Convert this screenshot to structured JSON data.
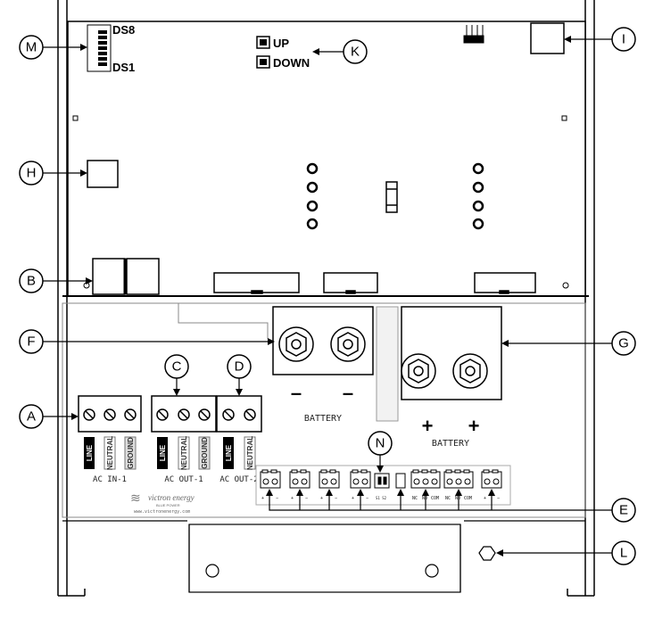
{
  "board": {
    "ds_top": "DS8",
    "ds_bottom": "DS1",
    "button_up": "UP",
    "button_down": "DOWN"
  },
  "terminals": {
    "line": "LINE",
    "neutral": "NEUTRAL",
    "ground": "GROUND",
    "ac_in_1": "AC IN-1",
    "ac_out_1": "AC OUT-1",
    "ac_out_2": "AC OUT-2",
    "battery_neg": "BATTERY",
    "battery_pos": "BATTERY",
    "minus_sign": "–",
    "plus_sign": "+"
  },
  "logo": {
    "brand": "victron energy",
    "tagline": "BLUE POWER",
    "url": "www.victronenergy.com"
  },
  "connector_strip": {
    "pin_plus": "+",
    "pin_minus": "−",
    "nc": "NC",
    "no": "NO",
    "com": "COM",
    "switch_label": "S1 S2"
  },
  "callouts": [
    "M",
    "K",
    "I",
    "H",
    "B",
    "F",
    "C",
    "D",
    "G",
    "A",
    "N",
    "E",
    "L"
  ]
}
